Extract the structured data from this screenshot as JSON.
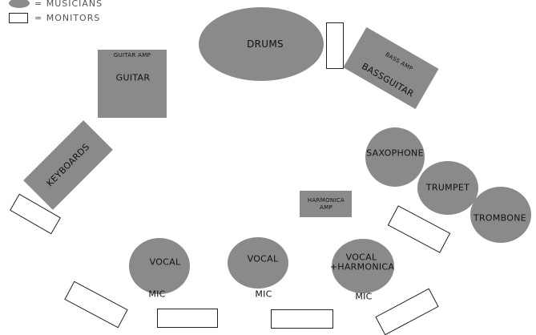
{
  "legend": {
    "musicians": "= MUSICIANS",
    "monitors": "= MONITORS"
  },
  "labels": {
    "drums": "DRUMS",
    "bass_amp": "BASS AMP",
    "bass_guitar": "BASSGUITAR",
    "guitar_amp": "GUITAR AMP",
    "guitar": "GUITAR",
    "keyboards": "KEYBOARDS",
    "saxophone": "SAXOPHONE",
    "trumpet": "TRUMPET",
    "trombone": "TROMBONE",
    "harmonica_amp_1": "HARMONICA",
    "harmonica_amp_2": "AMP",
    "vocal_1": "VOCAL",
    "vocal_2": "VOCAL",
    "vocal_3_line1": "VOCAL",
    "vocal_3_line2": "+HARMONICA",
    "mic_1": "MIC",
    "mic_2": "MIC",
    "mic_3": "MIC"
  }
}
